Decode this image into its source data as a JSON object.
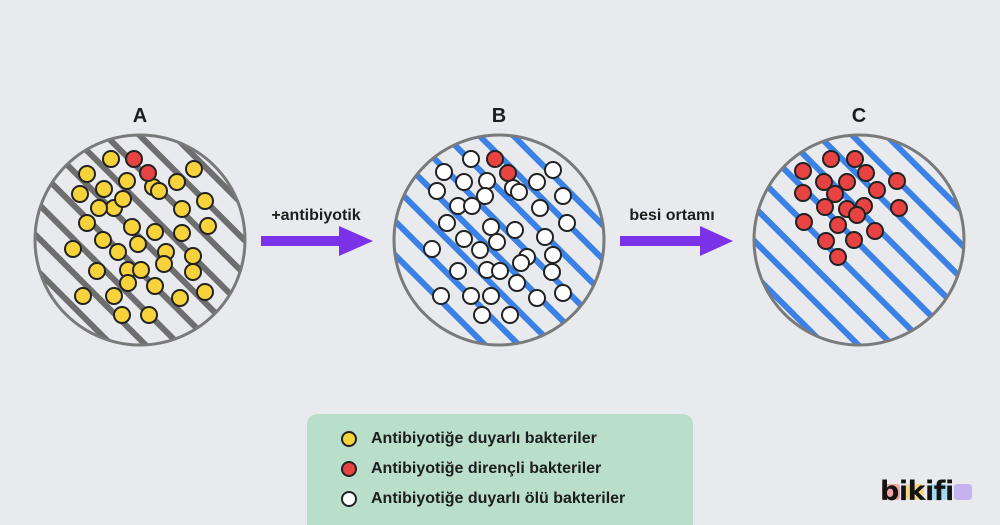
{
  "colors": {
    "background": "#e9eaee",
    "disk_border": "#7a7a7a",
    "hatch_gray": "#6e6e6e",
    "hatch_blue": "#3c82e6",
    "arrow": "#7b32e8",
    "yellow": "#f6d33a",
    "red": "#e84343",
    "white": "#ffffff",
    "legend_bg": "#b9dfcb"
  },
  "dishes": [
    {
      "label": "A",
      "hatch": "gray",
      "bacteria": {
        "yellow": [
          [
            111,
            159
          ],
          [
            87,
            174
          ],
          [
            80,
            194
          ],
          [
            104,
            189
          ],
          [
            127,
            181
          ],
          [
            153,
            187
          ],
          [
            177,
            182
          ],
          [
            194,
            169
          ],
          [
            114,
            208
          ],
          [
            99,
            208
          ],
          [
            123,
            199
          ],
          [
            159,
            191
          ],
          [
            182,
            209
          ],
          [
            205,
            201
          ],
          [
            87,
            223
          ],
          [
            103,
            240
          ],
          [
            132,
            227
          ],
          [
            155,
            232
          ],
          [
            182,
            233
          ],
          [
            208,
            226
          ],
          [
            73,
            249
          ],
          [
            118,
            252
          ],
          [
            138,
            244
          ],
          [
            166,
            252
          ],
          [
            193,
            256
          ],
          [
            97,
            271
          ],
          [
            128,
            270
          ],
          [
            141,
            270
          ],
          [
            164,
            264
          ],
          [
            193,
            272
          ],
          [
            83,
            296
          ],
          [
            114,
            296
          ],
          [
            128,
            283
          ],
          [
            155,
            286
          ],
          [
            180,
            298
          ],
          [
            205,
            292
          ],
          [
            122,
            315
          ],
          [
            149,
            315
          ]
        ],
        "red": [
          [
            134,
            159
          ],
          [
            148,
            173
          ]
        ]
      }
    },
    {
      "label": "B",
      "hatch": "blue",
      "bacteria": {
        "white": [
          [
            471,
            159
          ],
          [
            444,
            172
          ],
          [
            437,
            191
          ],
          [
            464,
            182
          ],
          [
            487,
            181
          ],
          [
            513,
            188
          ],
          [
            537,
            182
          ],
          [
            553,
            170
          ],
          [
            458,
            206
          ],
          [
            472,
            206
          ],
          [
            485,
            196
          ],
          [
            519,
            192
          ],
          [
            540,
            208
          ],
          [
            563,
            196
          ],
          [
            447,
            223
          ],
          [
            464,
            239
          ],
          [
            491,
            227
          ],
          [
            515,
            230
          ],
          [
            545,
            237
          ],
          [
            567,
            223
          ],
          [
            432,
            249
          ],
          [
            480,
            250
          ],
          [
            497,
            242
          ],
          [
            527,
            257
          ],
          [
            553,
            255
          ],
          [
            458,
            271
          ],
          [
            487,
            270
          ],
          [
            500,
            271
          ],
          [
            521,
            263
          ],
          [
            552,
            272
          ],
          [
            441,
            296
          ],
          [
            471,
            296
          ],
          [
            491,
            296
          ],
          [
            517,
            283
          ],
          [
            537,
            298
          ],
          [
            563,
            293
          ],
          [
            482,
            315
          ],
          [
            510,
            315
          ]
        ],
        "red": [
          [
            495,
            159
          ],
          [
            508,
            173
          ]
        ]
      }
    },
    {
      "label": "C",
      "hatch": "blue",
      "bacteria": {
        "red": [
          [
            831,
            159
          ],
          [
            855,
            159
          ],
          [
            803,
            171
          ],
          [
            866,
            173
          ],
          [
            824,
            182
          ],
          [
            847,
            182
          ],
          [
            877,
            190
          ],
          [
            897,
            181
          ],
          [
            803,
            193
          ],
          [
            835,
            194
          ],
          [
            864,
            206
          ],
          [
            899,
            208
          ],
          [
            825,
            207
          ],
          [
            847,
            209
          ],
          [
            804,
            222
          ],
          [
            838,
            225
          ],
          [
            857,
            215
          ],
          [
            875,
            231
          ],
          [
            826,
            241
          ],
          [
            854,
            240
          ],
          [
            838,
            257
          ]
        ]
      }
    }
  ],
  "arrows": [
    {
      "label": "+antibiyotik"
    },
    {
      "label": "besi ortamı"
    }
  ],
  "legend": {
    "items": [
      {
        "color": "yellow",
        "label": "Antibiyotiğe duyarlı bakteriler"
      },
      {
        "color": "red",
        "label": "Antibiyotiğe dirençli bakteriler"
      },
      {
        "color": "white",
        "label": "Antibiyotiğe duyarlı ölü bakteriler"
      }
    ]
  },
  "brand": {
    "name": "bikifi",
    "bar_colors": [
      "#f4a6a6",
      "#f5d68a",
      "#a6d8f2",
      "#c6b2f0"
    ]
  }
}
